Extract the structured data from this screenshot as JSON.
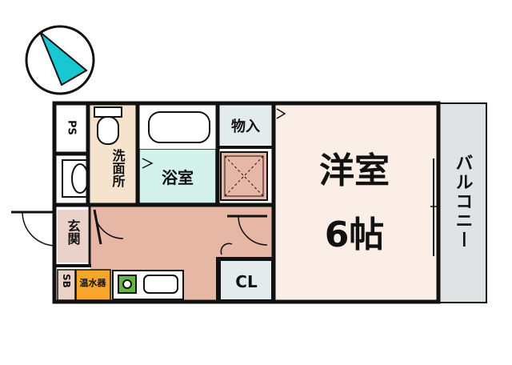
{
  "rooms": {
    "western_room": {
      "name": "洋室",
      "size": "6帖"
    },
    "bathroom": "浴室",
    "washroom": "洗面所",
    "entrance": "玄関",
    "storage": "物入",
    "closet": "CL",
    "pipe_space": "PS",
    "shoe_box": "SB",
    "water_heater": "温水器",
    "balcony": "バルコニー"
  },
  "colors": {
    "western_room": "#fbeee6",
    "bathroom": "#d4f2ec",
    "washroom": "#f6e3cd",
    "entrance": "#ead2c8",
    "kitchen": "#e7b7a6",
    "storage": "#e4ebec",
    "closet": "#e4ebec",
    "balcony": "#dfe3e4",
    "water_heater": "#f5a62b",
    "compass_needle": "#19c7d2",
    "wall": "#111111"
  },
  "compass": {
    "icon": "compass-needle-icon"
  }
}
